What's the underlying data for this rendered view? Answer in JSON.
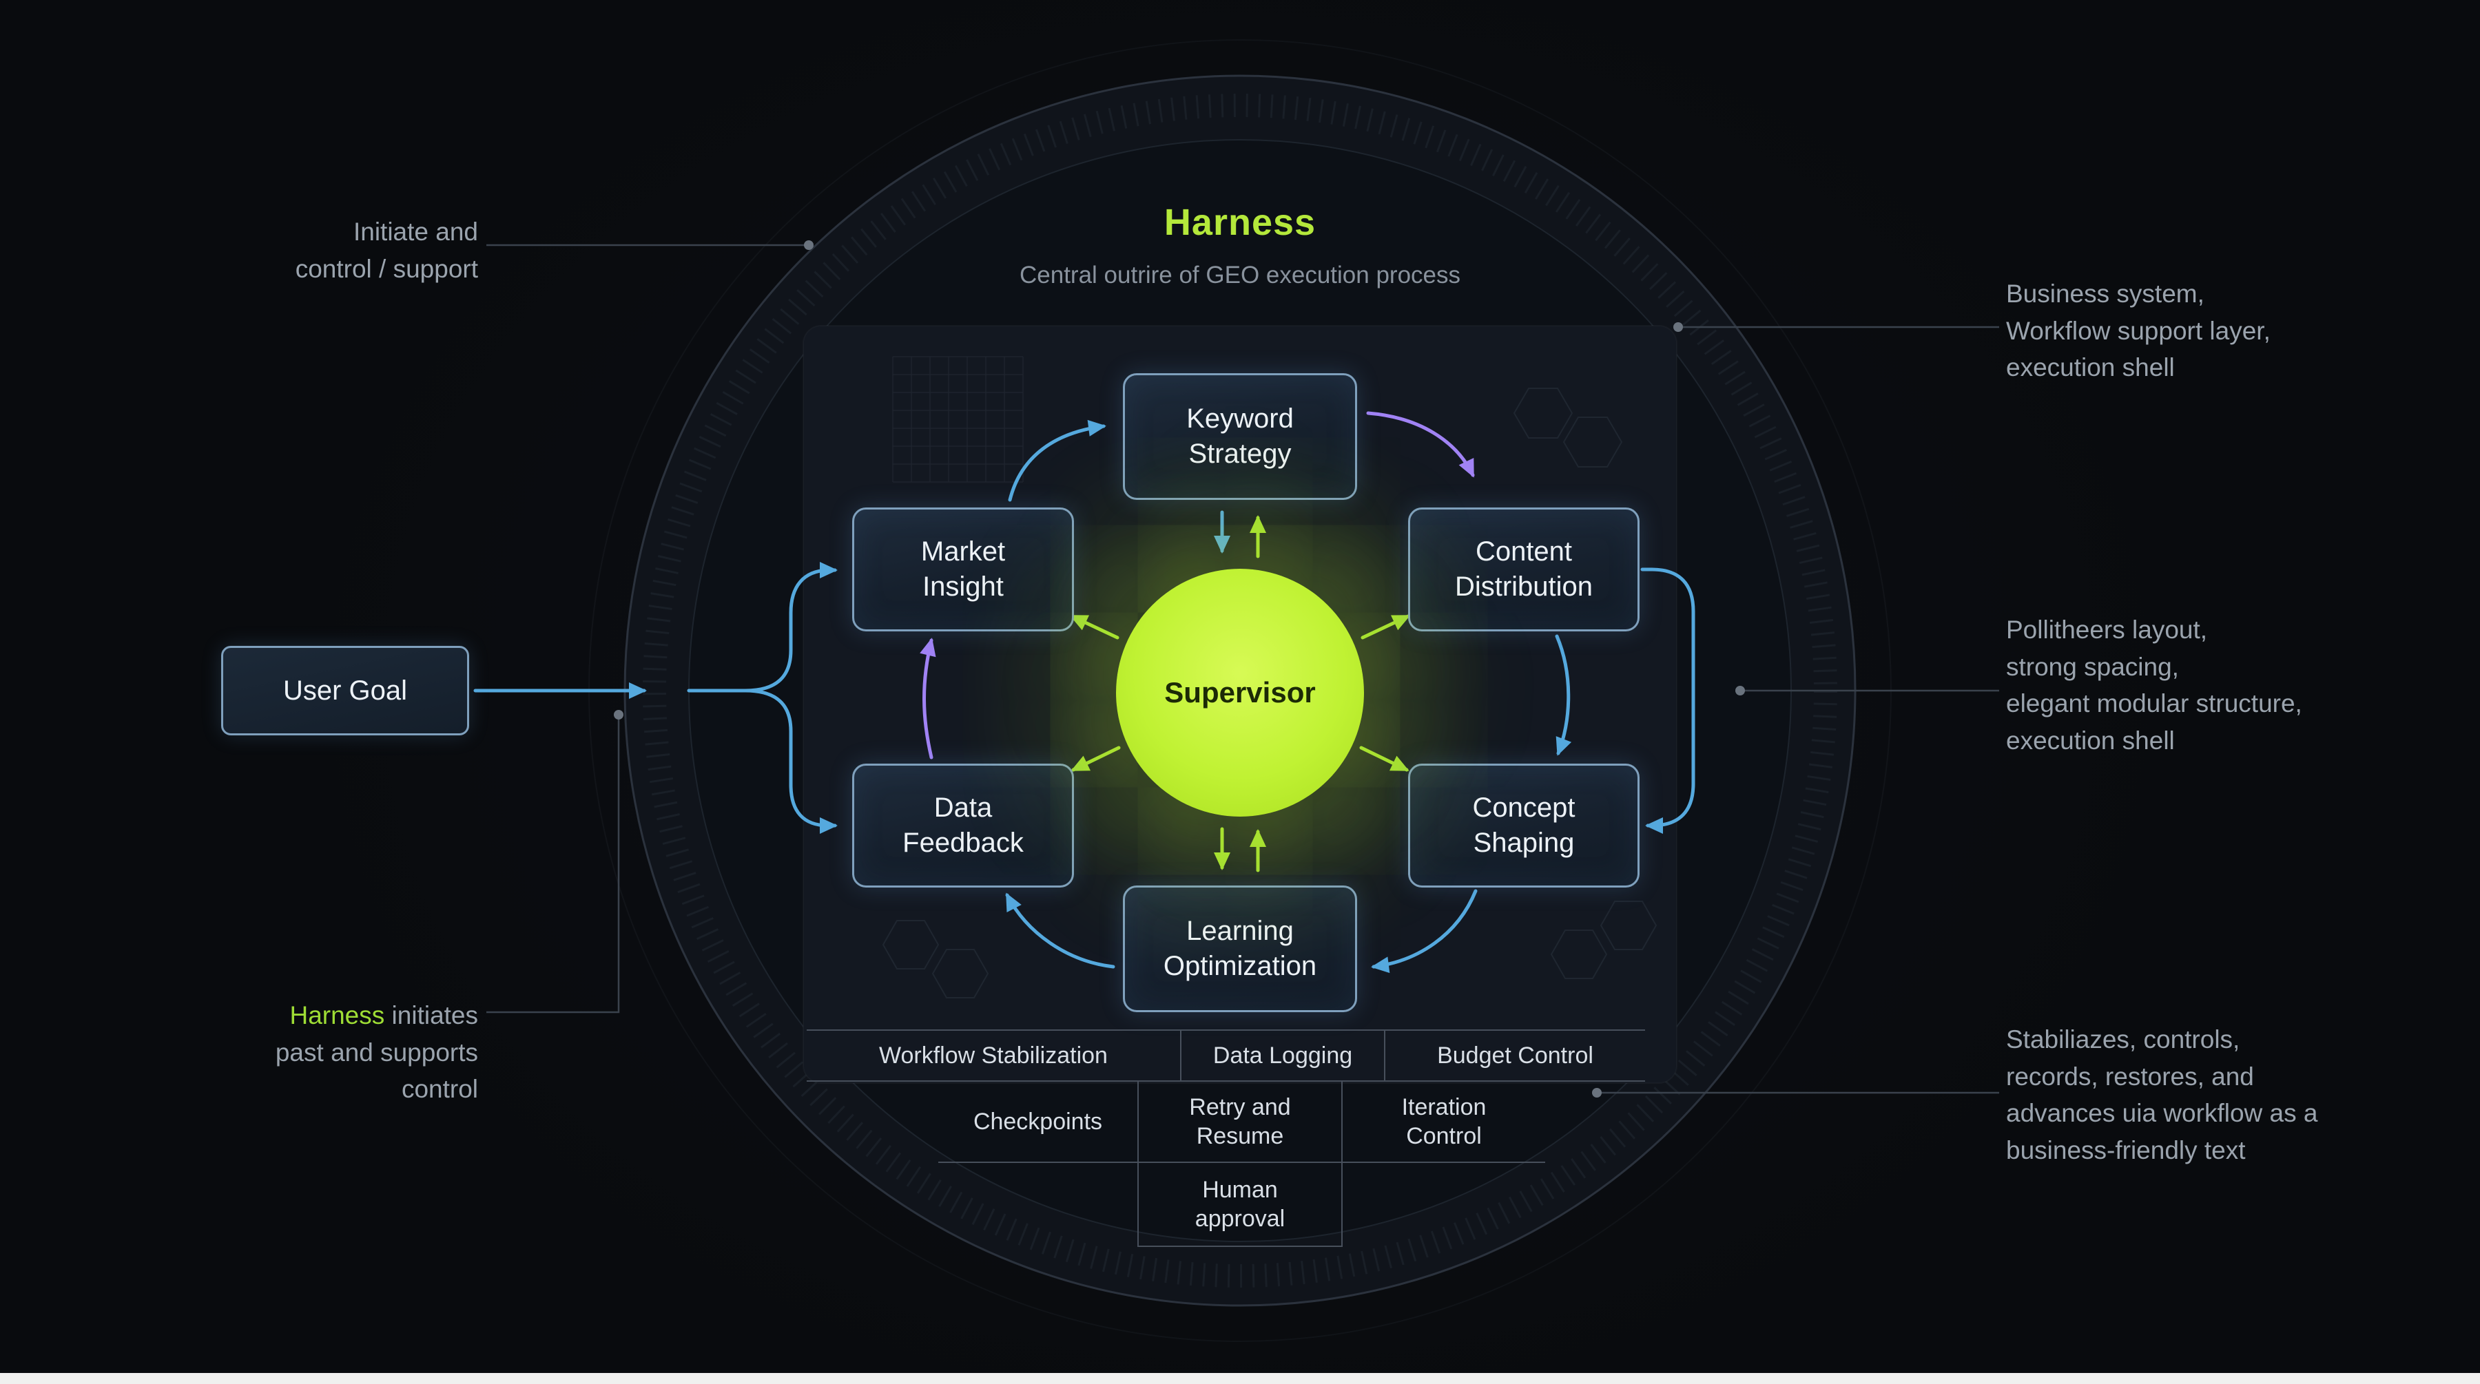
{
  "title": {
    "text": "Harness",
    "subtitle": "Central outrire of GEO execution process"
  },
  "supervisor": {
    "label": "Supervisor"
  },
  "user_goal": {
    "label": "User Goal"
  },
  "nodes": {
    "keyword_strategy": "Keyword\nStrategy",
    "market_insight": "Market\nInsight",
    "content_distribution": "Content\nDistribution",
    "data_feedback": "Data\nFeedback",
    "concept_shaping": "Concept\nShaping",
    "learning_optimization": "Learning\nOptimization"
  },
  "annotations": {
    "top_left": "Initiate and\ncontrol / support",
    "bottom_left": {
      "highlight": "Harness",
      "rest": " initiates\npast and supports\ncontrol"
    },
    "top_right": "Business system,\nWorkflow support layer,\nexecution shell",
    "middle_right": "Pollitheers layout,\nstrong spacing,\nelegant modular structure,\nexecution shell",
    "bottom_right": "Stabiliazes, controls,\nrecords, restores, and\nadvances uia workflow as a\nbusiness-friendly text"
  },
  "table": {
    "row1": [
      "Workflow Stabilization",
      "Data Logging",
      "Budget Control"
    ],
    "row2": [
      "Checkpoints",
      "Retry and\nResume",
      "Iteration\nControl"
    ],
    "row3": [
      "Human\napproval"
    ]
  },
  "colors": {
    "accent_green": "#b4e83b",
    "supervisor_fill": "#c0f233",
    "node_border": "#7fa0bd",
    "arrow_cyan": "#55a9de",
    "arrow_purple": "#a183f5",
    "arrow_green": "#a4df33",
    "annotation_text": "#9ba4ae",
    "background": "#0a0c0f"
  }
}
